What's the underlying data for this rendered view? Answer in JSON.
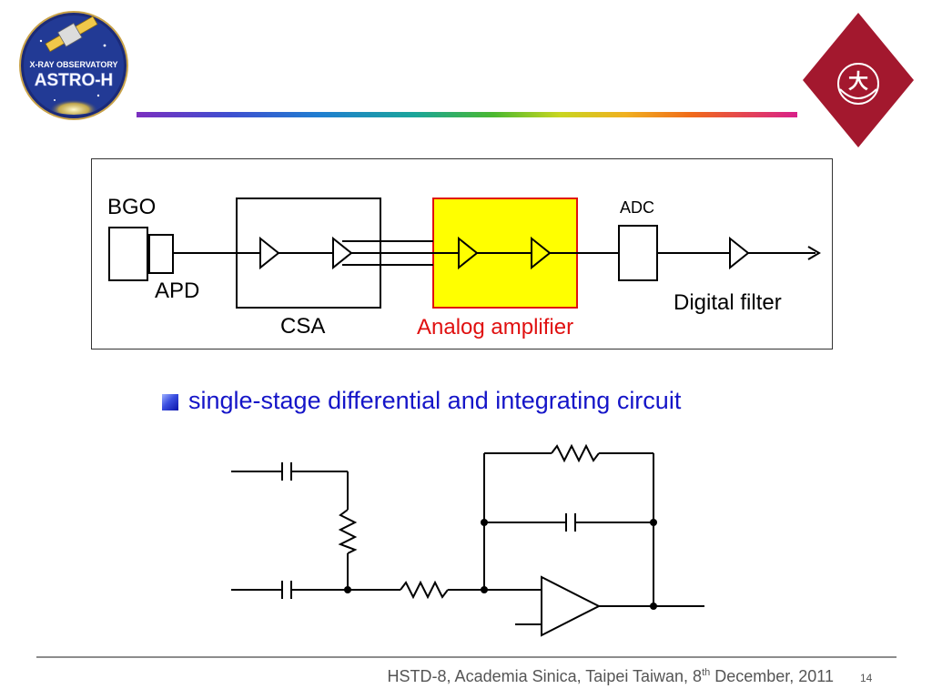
{
  "logos": {
    "astro_top": "X-RAY OBSERVATORY",
    "astro_main": "ASTRO-H",
    "univ_glyph": "大"
  },
  "diagram": {
    "bgo": "BGO",
    "apd": "APD",
    "csa": "CSA",
    "analog_amplifier": "Analog amplifier",
    "adc": "ADC",
    "digital_filter": "Digital filter"
  },
  "bullet": {
    "text": "single-stage differential and integrating circuit"
  },
  "footer": {
    "text_before": "HSTD-8, Academia Sinica, Taipei Taiwan, 8",
    "superscript": "th",
    "text_after": " December, 2011",
    "page_number": "14"
  },
  "colors": {
    "analog_highlight_fill": "#ffff00",
    "analog_highlight_border": "#e01010",
    "bullet_text": "#1515c8",
    "univ_logo": "#a3182e"
  }
}
